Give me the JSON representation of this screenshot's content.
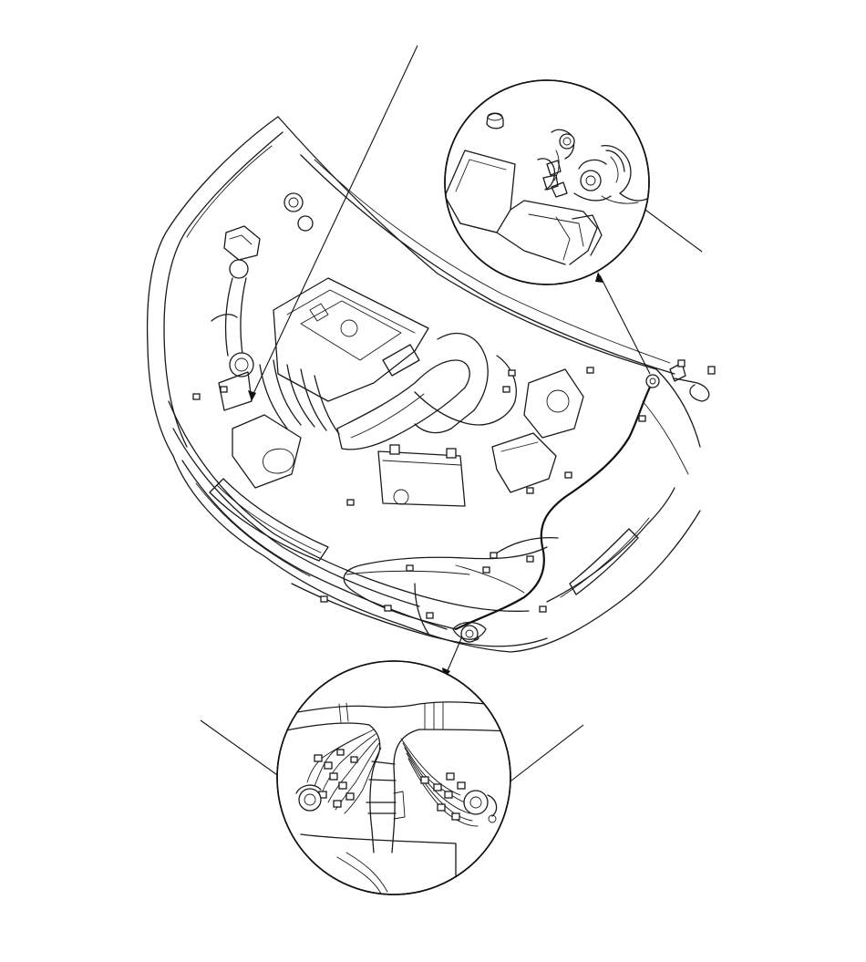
{
  "figure": {
    "kind": "wiring-harness-location-illustration",
    "views": [
      {
        "id": "main",
        "subject": "engine-compartment-overview"
      },
      {
        "id": "detail-upper-right",
        "subject": "connector-detail"
      },
      {
        "id": "detail-lower",
        "subject": "harness-junction-detail"
      }
    ],
    "leader_lines": 5,
    "line_color": "#1a1a1a",
    "background": "#ffffff"
  }
}
